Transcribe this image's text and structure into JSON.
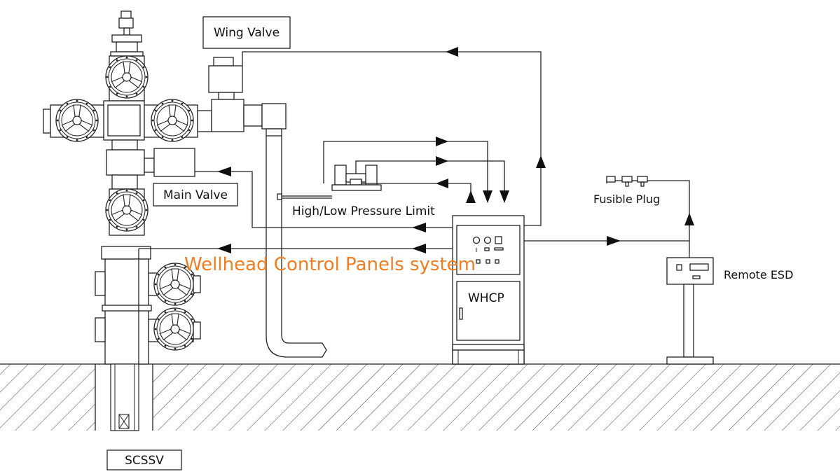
{
  "labels": {
    "wing_valve": "Wing Valve",
    "main_valve": "Main Valve",
    "pressure_limit": "High/Low Pressure Limit",
    "fusible_plug": "Fusible Plug",
    "remote_esd": "Remote ESD",
    "whcp": "WHCP",
    "scssv": "SCSSV",
    "overlay_title": "Wellhead Control Panels system"
  },
  "colors": {
    "line": "#222222",
    "overlay_text": "#ef7d22",
    "background": "#ffffff"
  },
  "icons": [
    "handwheel-icon",
    "gauge-icon",
    "arrow-head-icon"
  ]
}
